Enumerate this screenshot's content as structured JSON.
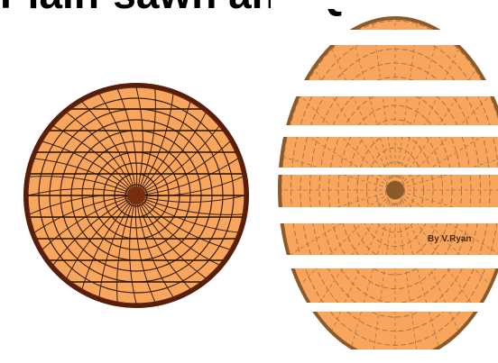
{
  "title_fragment": "Plain-sawn and Quarter-sawn timber",
  "credit": "By V.Ryan",
  "colors": {
    "wood_light": "#f8a65e",
    "wood_mid": "#e8913f",
    "bark_dark": "#5a1e08",
    "grain_line": "#3b1d0a",
    "pith": "#7a2b10",
    "background": "#ffffff"
  },
  "log_end": {
    "ring_count": 10,
    "ray_count": 36,
    "plank_cuts": 10
  },
  "sawn_log": {
    "plank_count": 8
  }
}
